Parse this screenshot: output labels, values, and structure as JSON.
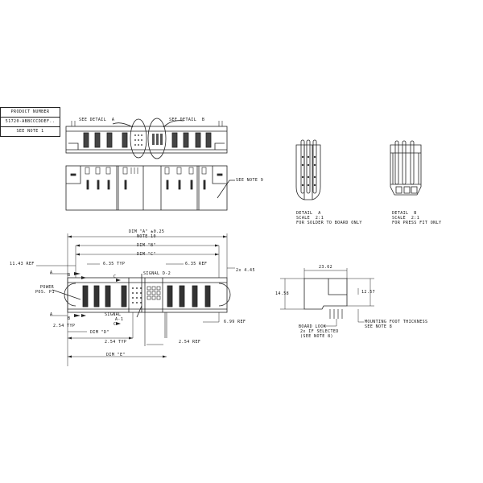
{
  "product_table": {
    "header": "PRODUCT NUMBER",
    "value": "51720-ABBCCCDDEF..",
    "note": "SEE NOTE 1"
  },
  "top_view": {
    "callout_a": "SEE DETAIL  A",
    "callout_b": "SEE DETAIL  B"
  },
  "side_view": {
    "callout": "SEE NOTE 9"
  },
  "detail_a": {
    "title": "DETAIL  A",
    "scale": "SCALE  2:1",
    "note": "FOR SOLDER TO BOARD ONLY"
  },
  "detail_b": {
    "title": "DETAIL  B",
    "scale": "SCALE  2:1",
    "note": "FOR PRESS FIT ONLY"
  },
  "front_view": {
    "dim_a": "DIM \"A\" ±0.25",
    "dim_a_note": "NOTE 10",
    "dim_b": "DIM \"B\"",
    "dim_c": "DIM \"C\"",
    "ref_1143": "11.43 REF",
    "typ_635": "6.35 TYP",
    "ref_635": "6.35 REF",
    "dim_445": "2x 4.45",
    "signal_d2": "SIGNAL D-2",
    "signal_a1_l1": "SIGNAL",
    "signal_a1_l2": "A-1",
    "power_l1": "POWER",
    "power_l2": "POS. P1",
    "section_a": "A",
    "section_b": "B",
    "section_c": "C",
    "typ_254_left": "2.54 TYP",
    "ref_699": "6.99 REF",
    "dim_d": "DIM \"D\"",
    "typ_254_mid": "2.54 TYP",
    "ref_254": "2.54 REF",
    "dim_e": "DIM \"E\""
  },
  "end_view": {
    "width": "23.62",
    "height_total": "14.58",
    "height_inner": "12.57",
    "board_lock_l1": "BOARD LOCK",
    "board_lock_l2": "2x IF SELECTED",
    "board_lock_l3": "(SEE NOTE 8)",
    "mount_l1": "MOUNTING FOOT THICKNESS",
    "mount_l2": "SEE NOTE 8"
  }
}
